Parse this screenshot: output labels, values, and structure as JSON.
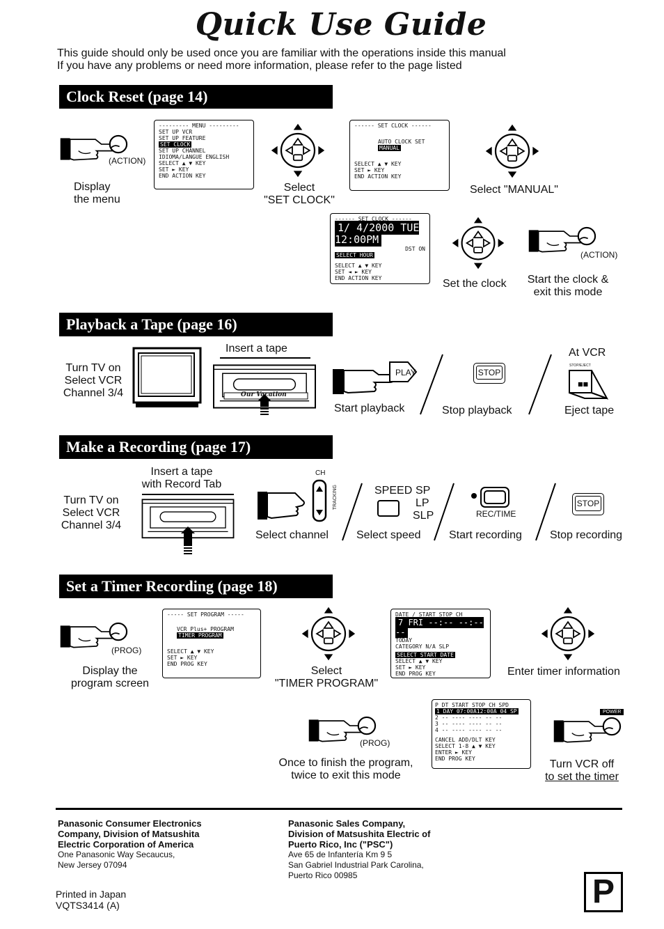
{
  "title": "Quick Use Guide",
  "intro": {
    "line1": "This guide should only be used once you are familiar with the operations inside this manual",
    "line2": "If you have any problems or need more information, please refer to the page listed"
  },
  "clock": {
    "heading": "Clock Reset (page 14)",
    "action_label": "(ACTION)",
    "display_menu": [
      "Display",
      "the menu"
    ],
    "menu_screen": [
      "--------- MENU ---------",
      "SET UP VCR",
      "SET UP FEATURE",
      "SET CLOCK",
      "SET UP CHANNEL",
      "IDIOMA/LANGUE ENGLISH",
      "SELECT ▲ ▼ KEY",
      "SET     ► KEY",
      "END     ACTION KEY"
    ],
    "select_set_clock": [
      "Select",
      "\"SET CLOCK\""
    ],
    "clock_screen": [
      "------ SET CLOCK ------",
      "AUTO CLOCK SET",
      "MANUAL",
      "SELECT ▲ ▼ KEY",
      "SET     ► KEY",
      "END     ACTION KEY"
    ],
    "select_manual": "Select \"MANUAL\"",
    "time_screen": [
      "------ SET CLOCK ------",
      "1/ 4/2000 TUE 12:00PM",
      "DST ON",
      "SELECT HOUR",
      "SELECT ▲ ▼ KEY",
      "SET    ◄ ► KEY",
      "END    ACTION KEY"
    ],
    "set_the_clock": "Set the clock",
    "start_clock": [
      "Start the clock &",
      "exit this mode"
    ]
  },
  "playback": {
    "heading": "Playback a Tape (page 16)",
    "turn_tv": [
      "Turn TV on",
      "Select VCR",
      "Channel 3/4"
    ],
    "insert_tape": "Insert a tape",
    "tape_label": "Our Vacation",
    "play_key": "PLAY",
    "start_playback": "Start playback",
    "stop_key": "STOP",
    "stop_playback": "Stop playback",
    "at_vcr": "At VCR",
    "eject_key": "STOP/EJECT",
    "eject_tape": "Eject tape"
  },
  "recording": {
    "heading": "Make a Recording (page 17)",
    "insert_tape": [
      "Insert a tape",
      "with Record Tab"
    ],
    "turn_tv": [
      "Turn TV on",
      "Select VCR",
      "Channel 3/4"
    ],
    "ch_label": "CH",
    "tracking_label": "TRACKING",
    "select_channel": "Select channel",
    "speed_label": "SPEED",
    "speeds": [
      "SP",
      "LP",
      "SLP"
    ],
    "select_speed": "Select speed",
    "rec_label": "REC/TIME",
    "start_recording": "Start recording",
    "stop_key": "STOP",
    "stop_recording": "Stop recording"
  },
  "timer": {
    "heading": "Set a Timer Recording (page 18)",
    "prog_label": "(PROG)",
    "display_program": [
      "Display the",
      "program screen"
    ],
    "program_screen": [
      "----- SET PROGRAM -----",
      "VCR Plus+ PROGRAM",
      "TIMER PROGRAM",
      "SELECT ▲ ▼ KEY",
      "SET     ► KEY",
      "END     PROG KEY"
    ],
    "select_timer": [
      "Select",
      "\"TIMER PROGRAM\""
    ],
    "start_screen": [
      "DATE / START  STOP  CH",
      "7 FRI --:-- --:-- --",
      "TODAY",
      "CATEGORY N/A   SLP",
      "SELECT START DATE",
      "SELECT ▲ ▼ KEY",
      "SET     ► KEY",
      "END     PROG KEY"
    ],
    "enter_info": "Enter timer information",
    "finish": [
      "Once to finish the program,",
      "twice to exit this mode"
    ],
    "list_screen": [
      "P  DT START  STOP  CH SPD",
      "1 DAY 07:00A12:00A 04 SP",
      "2 -- ---- ---- -- --",
      "3 -- ---- ---- -- --",
      "4 -- ---- ---- -- --",
      "CANCEL  ADD/DLT KEY",
      "SELECT  1-8 ▲ ▼ KEY",
      "ENTER   ► KEY",
      "END     PROG KEY"
    ],
    "power_label": "POWER",
    "turn_off": [
      "Turn VCR off",
      "to set the timer"
    ]
  },
  "footer": {
    "left_bold": [
      "Panasonic Consumer Electronics",
      "Company, Division of Matsushita",
      "Electric Corporation of America"
    ],
    "left": [
      "One Panasonic Way Secaucus,",
      "New Jersey 07094"
    ],
    "right_bold": [
      "Panasonic Sales Company,",
      "Division of Matsushita Electric of",
      "Puerto Rico, Inc (\"PSC\")"
    ],
    "right": [
      "Ave 65 de Infantería  Km  9 5",
      "San Gabriel Industrial Park Carolina,",
      "Puerto Rico 00985"
    ],
    "printed": "Printed in Japan",
    "code": "VQTS3414  (A)",
    "corner_letter": "P"
  }
}
